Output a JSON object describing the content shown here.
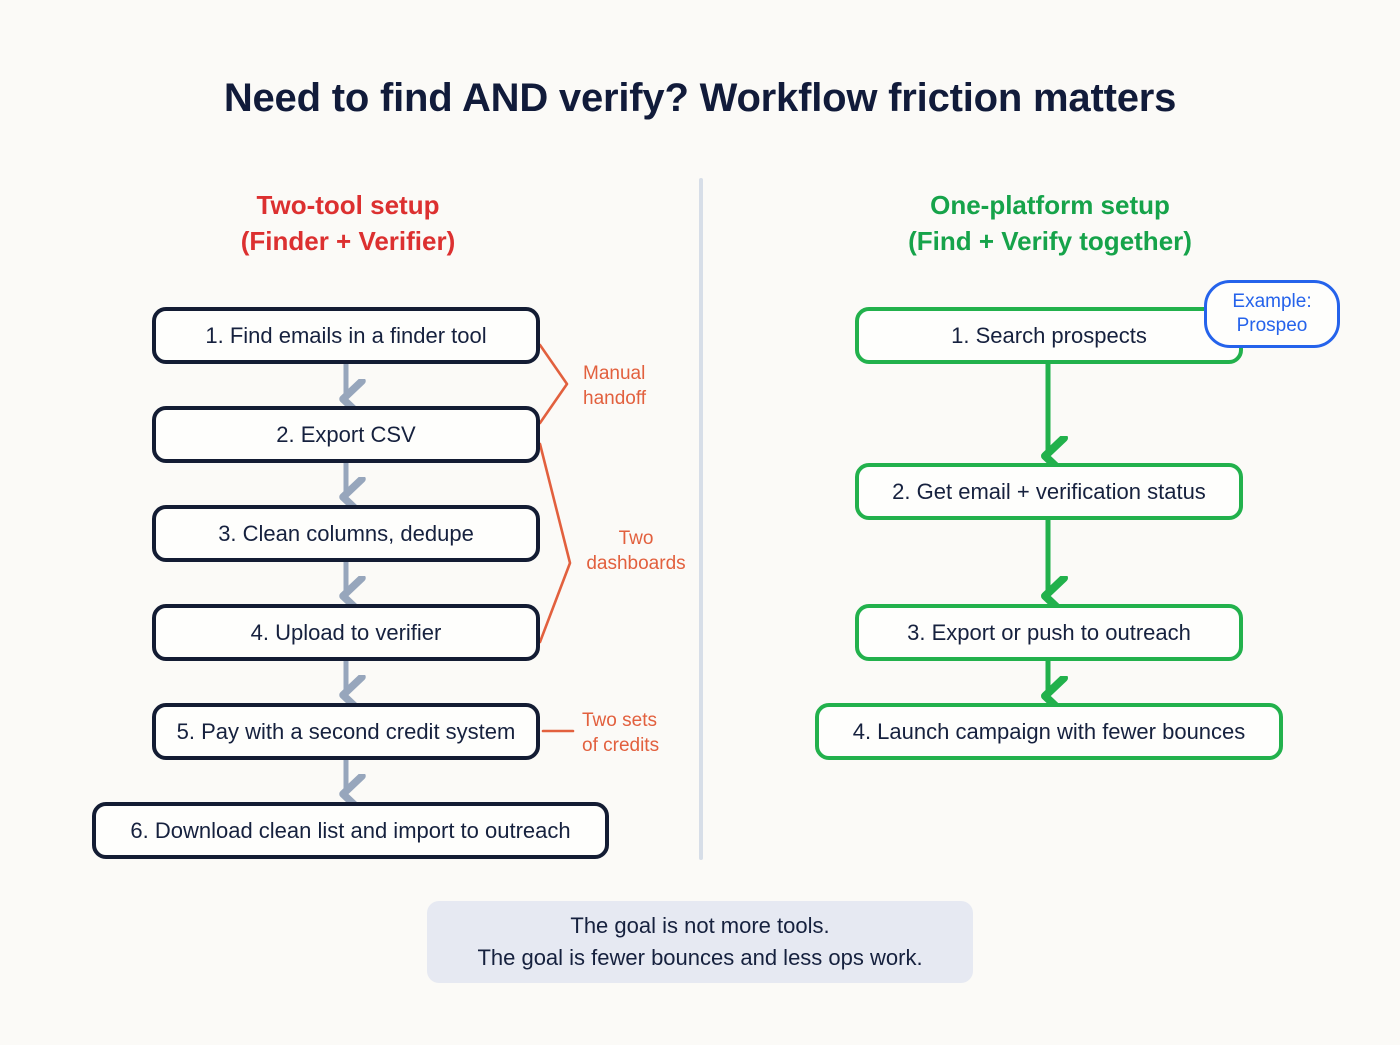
{
  "page": {
    "title": "Need to find AND verify? Workflow friction matters",
    "background_color": "#FBFAF7"
  },
  "colors": {
    "title": "#111B3A",
    "left_accent": "#DC3030",
    "right_accent": "#16A34A",
    "navy_box_border": "#131C33",
    "green_box_border": "#22B14C",
    "annotation_orange": "#E2603E",
    "pill_blue": "#2563EB",
    "arrow_slate": "#97A6BC",
    "divider": "#D7DEE8",
    "footer_bg": "#E6E9F2"
  },
  "left_column": {
    "heading_line1": "Two-tool setup",
    "heading_line2": "(Finder + Verifier)",
    "steps": [
      {
        "label": "1. Find emails in a finder tool"
      },
      {
        "label": "2. Export CSV"
      },
      {
        "label": "3. Clean columns, dedupe"
      },
      {
        "label": "4. Upload to verifier"
      },
      {
        "label": "5. Pay with a second credit system"
      },
      {
        "label": "6. Download clean list and import to outreach"
      }
    ],
    "annotations": [
      {
        "line1": "Manual",
        "line2": "handoff"
      },
      {
        "line1": "Two",
        "line2": "dashboards"
      },
      {
        "line1": "Two sets",
        "line2": "of credits"
      }
    ]
  },
  "right_column": {
    "heading_line1": "One-platform setup",
    "heading_line2": "(Find + Verify together)",
    "steps": [
      {
        "label": "1. Search prospects"
      },
      {
        "label": "2. Get email + verification status"
      },
      {
        "label": "3. Export or push to outreach"
      },
      {
        "label": "4. Launch campaign with fewer bounces"
      }
    ],
    "callout": {
      "line1": "Example:",
      "line2": "Prospeo"
    }
  },
  "footer": {
    "line1": "The goal is not more tools.",
    "line2": "The goal is fewer bounces and less ops work."
  }
}
